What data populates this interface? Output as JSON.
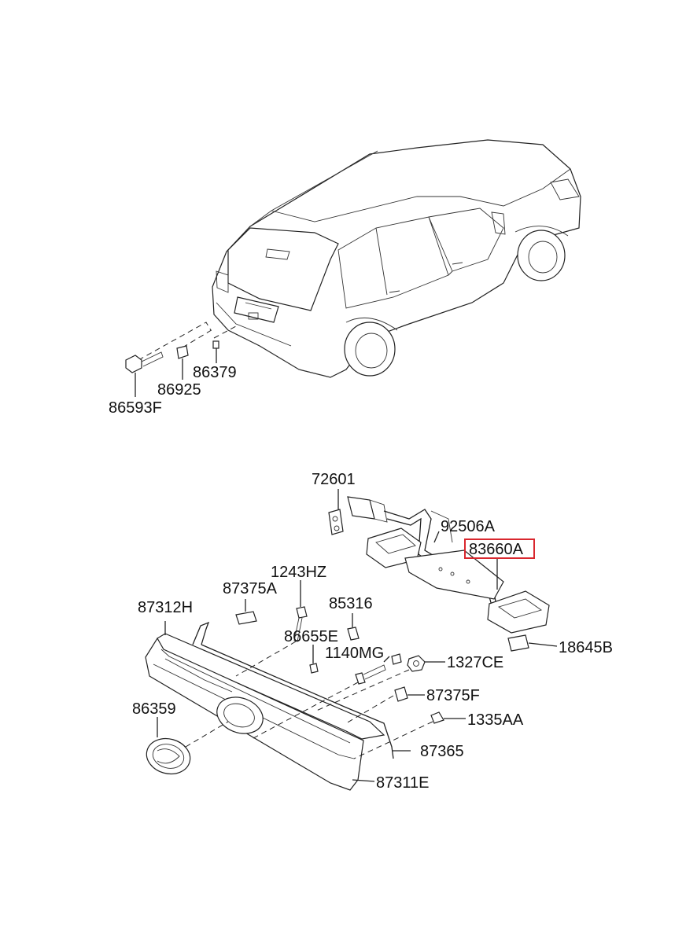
{
  "labels": {
    "p86593F": "86593F",
    "p86925": "86925",
    "p86379": "86379",
    "p72601": "72601",
    "p92506A": "92506A",
    "p83660A": "83660A",
    "p18645B": "18645B",
    "p1243HZ": "1243HZ",
    "p87375A": "87375A",
    "p87312H": "87312H",
    "p85316": "85316",
    "p86655E": "86655E",
    "p1140MG": "1140MG",
    "p1327CE": "1327CE",
    "p87375F": "87375F",
    "p86359": "86359",
    "p1335AA": "1335AA",
    "p87365": "87365",
    "p87311E": "87311E"
  },
  "colors": {
    "highlight": "#d9272e",
    "ink": "#222222",
    "background": "#ffffff"
  },
  "highlighted_part": "p83660A"
}
